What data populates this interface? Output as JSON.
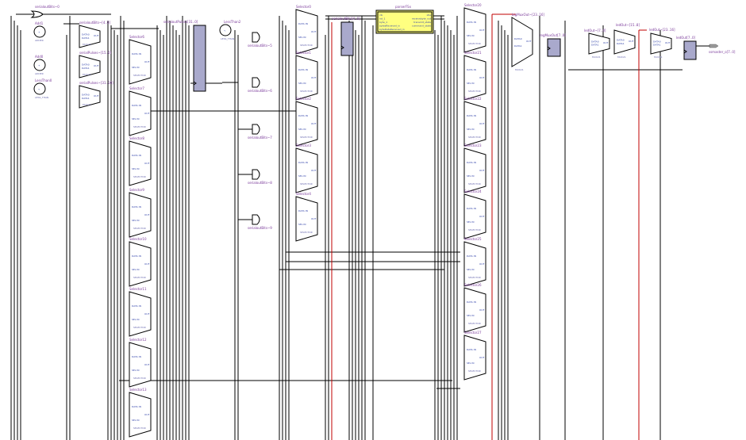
{
  "colors": {
    "wire": "#000000",
    "clock_wire": "#c00000",
    "register": "#a9a9cc",
    "state_machine": "#ffff80",
    "label": "#7a3a9a"
  },
  "adders": [
    {
      "name": "Add1",
      "op": "+",
      "sub": "ADDER"
    },
    {
      "name": "Add0",
      "op": "+",
      "sub": "ADDER"
    },
    {
      "name": "LessThan2",
      "op": "<",
      "sub": "LESS_THAN"
    },
    {
      "name": "LessThan0",
      "op": "<",
      "sub": "LESS_THAN"
    }
  ],
  "input_muxes": [
    "serialoutBits~[4..0]",
    "serialPulses~[15..0]",
    "serialPulses~[31..16]"
  ],
  "or_gate": "serialoutBits~0",
  "selectors_left": [
    "Selector6",
    "Selector7",
    "Selector8",
    "Selector9",
    "Selector10",
    "Selector11",
    "Selector12",
    "Selector13"
  ],
  "selectors_mid": [
    "Selector0",
    "Selector1",
    "Selector2",
    "Selector3",
    "Selector4"
  ],
  "selectors_right": [
    "Selector20",
    "Selector21",
    "Selector22",
    "Selector23",
    "Selector24",
    "Selector25",
    "Selector26",
    "Selector27"
  ],
  "and_gates": [
    "serialoutBits~5",
    "serialoutBits~6",
    "serialoutBits~7",
    "serialoutBits~8",
    "serialoutBits~9"
  ],
  "registers": [
    "serialoutPulses[31..0]",
    "serialoutBits[4..0]",
    "regMuxOut[7..0]",
    "ledOut[7..0]"
  ],
  "right_muxes": [
    "bigMuxOut~[23..16]",
    "ledOut~[7..0]",
    "ledOut~[15..8]",
    "ledOut~[23..16]"
  ],
  "state_machine": {
    "name": "parserFSx",
    "inputs": [
      "clk",
      "rst_1",
      "byte_1",
      "bytesReceived_in",
      "byteDataReceived_in"
    ],
    "outputs": [
      "idle",
      "receivebyte_out",
      "transmit_state",
      "command_state"
    ]
  },
  "selector_ports": {
    "in1": "DATA IN",
    "in2": "SEL IN",
    "out": "OUT",
    "sub": "SELECTOR"
  },
  "mux_ports": {
    "sel": "SEL",
    "in0": "DATA0",
    "in1": "DATA1",
    "out": "OUT",
    "sub": "MUX21"
  },
  "output_pin": "ssmaster_o[7..0]"
}
